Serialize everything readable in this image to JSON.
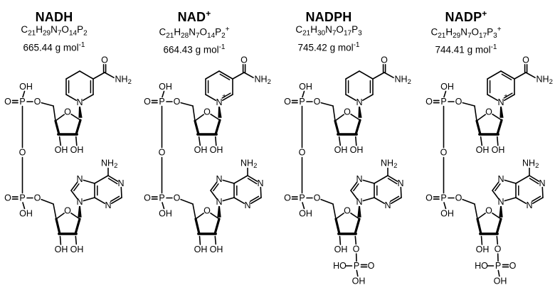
{
  "figure": {
    "background_color": "#ffffff",
    "ink_color": "#000000",
    "description": "Chemical structures of the nicotinamide adenine dinucleotide cofactor family"
  },
  "molecules": [
    {
      "id": "nadh",
      "name": "NADH",
      "name_charge": "",
      "formula": "C21H29N7O14P2",
      "formula_charge": "",
      "molar_mass_value": "665.44",
      "molar_mass_unit": "g mol",
      "molar_mass_exponent": "-1",
      "nicotinamide_ring": "reduced",
      "has_2prime_phosphate": false
    },
    {
      "id": "nad-plus",
      "name": "NAD",
      "name_charge": "+",
      "formula": "C21H28N7O14P2",
      "formula_charge": "+",
      "molar_mass_value": "664.43",
      "molar_mass_unit": "g mol",
      "molar_mass_exponent": "-1",
      "nicotinamide_ring": "oxidized",
      "has_2prime_phosphate": false
    },
    {
      "id": "nadph",
      "name": "NADPH",
      "name_charge": "",
      "formula": "C21H30N7O17P3",
      "formula_charge": "",
      "molar_mass_value": "745.42",
      "molar_mass_unit": "g mol",
      "molar_mass_exponent": "-1",
      "nicotinamide_ring": "reduced",
      "has_2prime_phosphate": true
    },
    {
      "id": "nadp-plus",
      "name": "NADP",
      "name_charge": "+",
      "formula": "C21H29N7O17P3",
      "formula_charge": "+",
      "molar_mass_value": "744.41",
      "molar_mass_unit": "g mol",
      "molar_mass_exponent": "-1",
      "nicotinamide_ring": "oxidized",
      "has_2prime_phosphate": true
    }
  ],
  "structure_labels": {
    "nitrogen": "N",
    "oxygen": "O",
    "phosphorus": "P",
    "hydroxyl": "OH",
    "hydroxyl_reversed": "HO",
    "amine_base": "NH",
    "amine_subscript": "2",
    "positive_charge": "+"
  }
}
